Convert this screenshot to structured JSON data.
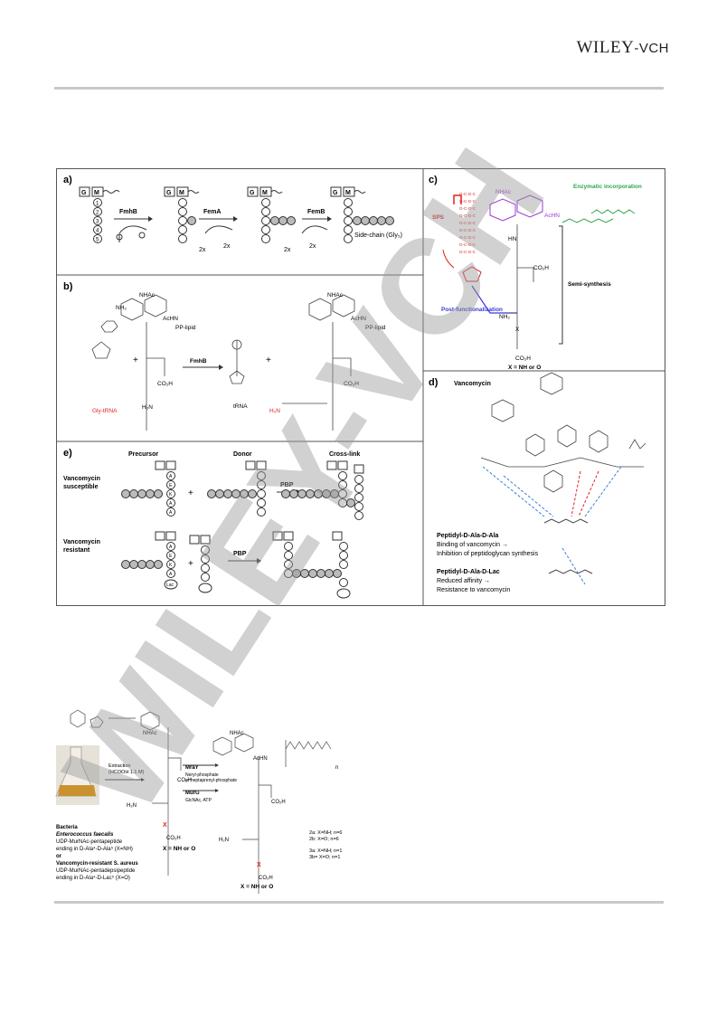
{
  "publisher": {
    "logo_text_main": "WILEY",
    "logo_text_sep": "-",
    "logo_text_tail": "VCH"
  },
  "watermark": {
    "text": "WILEY-VCH",
    "color": "#9a9a9a"
  },
  "figure1": {
    "panel_a": {
      "tag": "a)",
      "box_g": "G",
      "box_m": "M",
      "enzymes": [
        "FmhB",
        "FemA",
        "FemB"
      ],
      "residues": [
        "1",
        "2",
        "3",
        "4",
        "5"
      ],
      "counts": [
        "2x",
        "2x",
        "2x",
        "2x"
      ],
      "sidechain_label": "Side-chain (Gly₅)"
    },
    "panel_b": {
      "tag": "b)",
      "labels": {
        "nhac": "NHAc",
        "achn": "AcHN",
        "pplipid": "PP-lipid",
        "co2h": "CO₂H",
        "nh2": "NH₂",
        "h2n": "H₂N",
        "enzyme": "FmhB",
        "gly_trna": "Gly-tRNA",
        "trna": "tRNA",
        "plus": "+"
      }
    },
    "panel_c": {
      "tag": "c)",
      "labels": {
        "enzymatic": "Enzymatic incorporation",
        "sps": "SPS",
        "semi": "Semi-synthesis",
        "post": "Post-functionalization",
        "nhac": "NHAc",
        "achn": "AcHN",
        "hn": "HN",
        "nh2": "NH₂",
        "co2h": "CO₂H",
        "x": "X",
        "x_def": "X = NH or O"
      },
      "colors": {
        "red": "#e02020",
        "blue": "#3a3adc",
        "purple": "#9b3bd6",
        "green": "#2ea84a"
      }
    },
    "panel_d": {
      "tag": "d)",
      "title": "Vancomycin",
      "ala_title": "Peptidyl-D-Ala-D-Ala",
      "ala_line1": "Binding of vancomycin →",
      "ala_line2": "Inhibition of peptidoglycan synthesis",
      "lac_title": "Peptidyl-D-Ala-D-Lac",
      "lac_line1": "Reduced affinity →",
      "lac_line2": "Resistance to vancomycin"
    },
    "panel_e": {
      "tag": "e)",
      "col_precursor": "Precursor",
      "col_donor": "Donor",
      "col_crosslink": "Cross-link",
      "row_susc_1": "Vancomycin",
      "row_susc_2": "susceptible",
      "row_res_1": "Vancomycin",
      "row_res_2": "resistant",
      "enzyme": "PBP",
      "stem_susc": [
        "A",
        "E",
        "K",
        "A",
        "A"
      ],
      "stem_res": [
        "A",
        "E",
        "K",
        "A",
        "Lac"
      ],
      "plus": "+"
    }
  },
  "figure2": {
    "extraction": "Extraction",
    "extraction_cond": "(HCOOH 1.1 M)",
    "mray": "MraY",
    "mray_cond1": "Neryl-phosphate",
    "mray_cond2": "or heptaprenyl-phosphate",
    "murg": "MurG",
    "murg_cond": "GlcNAc, ATP",
    "nhac": "NHAc",
    "achn": "AcHN",
    "co2h": "CO₂H",
    "h2n": "H₂N",
    "x": "X",
    "n": "n",
    "x_def": "X = NH or O",
    "products": [
      "2a: X=NH; n=6",
      "2b: X=O; n=6",
      "3a: X=NH; n=1",
      "3b= X=O; n=1"
    ],
    "bact_title": "Bacteria",
    "bact_species1": "Enterococcus faecalis",
    "bact_line1": "UDP-MurNAc-pentapeptide",
    "bact_line2": "ending in D-Ala⁴-D-Ala⁵ (X=NH)",
    "bact_or": "or",
    "bact_species2": "Vancomycin-resistant S. aureus",
    "bact_line3": "UDP-MurNAc-pentadepsipeptide",
    "bact_line4": "ending in D-Ala⁴-D-Lac⁵ (X=O)"
  }
}
